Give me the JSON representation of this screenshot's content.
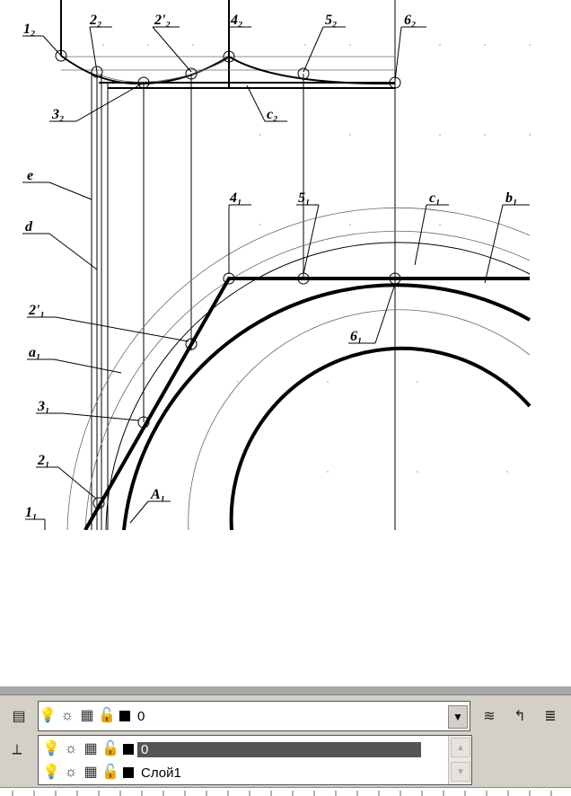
{
  "drawing": {
    "labels": {
      "l1_2": "1₂",
      "l2_2": "2₂",
      "l2p_2": "2'₂",
      "l4_2": "4₂",
      "l5_2": "5₂",
      "l6_2": "6₂",
      "l3_2": "3₂",
      "lc_2": "c₂",
      "le": "e",
      "ld": "d",
      "l4_1": "4₁",
      "l5_1": "5₁",
      "lc_1": "c₁",
      "lb_1": "b₁",
      "l2p_1": "2'₁",
      "l6_1": "6₁",
      "la_1": "a₁",
      "l3_1": "3₁",
      "l2_1": "2₁",
      "lA_1": "A₁",
      "l1_1": "1₁"
    }
  },
  "layer_panel": {
    "current_layer": "0",
    "layers": [
      {
        "name": "0",
        "selected": true
      },
      {
        "name": "Слой1",
        "selected": false
      }
    ],
    "icons": [
      "layer-manager-icon",
      "lightbulb-icon",
      "sun-icon",
      "viewport-freeze-icon",
      "lock-icon",
      "color-swatch-icon"
    ],
    "colors": {
      "panel_bg": "#d4d0c8",
      "selected_bg": "#555555"
    }
  }
}
